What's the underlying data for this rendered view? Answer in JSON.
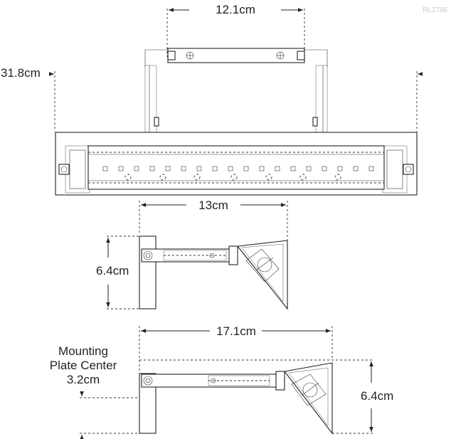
{
  "reference": "RL2786",
  "dimensions": {
    "arm_span": "12.1cm",
    "overall_width": "31.8cm",
    "side_depth_top": "13cm",
    "side_height_top": "6.4cm",
    "side_depth_bottom": "17.1cm",
    "mounting_label_line1": "Mounting",
    "mounting_label_line2": "Plate Center",
    "mounting_label_line3": "3.2cm",
    "side_height_bottom": "6.4cm"
  }
}
